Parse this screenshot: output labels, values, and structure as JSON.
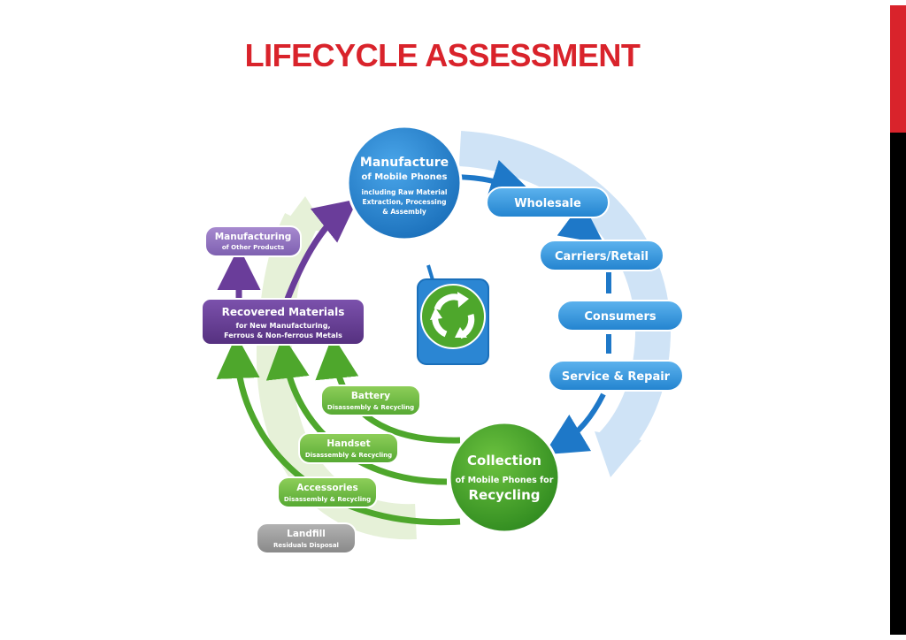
{
  "title": "LIFECYCLE ASSESSMENT",
  "colors": {
    "title": "#d9232b",
    "blue": "#2b86d3",
    "purple": "#6a3d9a",
    "green": "#4ea72c",
    "gray": "#9a9a9a",
    "sidebar_red": "#d9232b",
    "sidebar_black": "#000000"
  },
  "manufacture": {
    "title": "Manufacture",
    "subtitle": "of Mobile Phones",
    "line1": "including Raw Material",
    "line2": "Extraction, Processing",
    "line3": "& Assembly"
  },
  "blue_steps": [
    "Wholesale",
    "Carriers/Retail",
    "Consumers",
    "Service & Repair"
  ],
  "collection": {
    "title": "Collection",
    "subtitle": "of Mobile Phones for",
    "bottom": "Recycling"
  },
  "recovered": {
    "title": "Recovered Materials",
    "line1": "for New Manufacturing,",
    "line2": "Ferrous & Non-ferrous Metals"
  },
  "other_mfg": {
    "title": "Manufacturing",
    "subtitle": "of Other Products"
  },
  "green_steps": [
    {
      "title": "Battery",
      "subtitle": "Disassembly & Recycling"
    },
    {
      "title": "Handset",
      "subtitle": "Disassembly & Recycling"
    },
    {
      "title": "Accessories",
      "subtitle": "Disassembly & Recycling"
    }
  ],
  "landfill": {
    "title": "Landfill",
    "subtitle": "Residuals Disposal"
  },
  "center_icon": "recycling-phone-icon"
}
